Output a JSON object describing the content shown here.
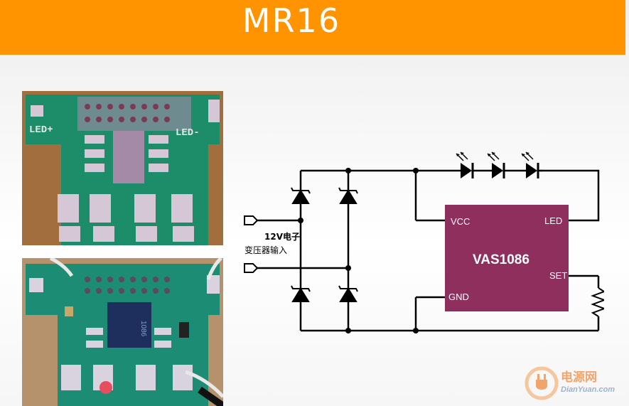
{
  "header": {
    "title": "MR16"
  },
  "photos": {
    "top": {
      "labels": [
        "LED+",
        "LED-"
      ]
    },
    "bottom": {
      "chip_marking": "1086"
    }
  },
  "schematic": {
    "input_label_line1": "12V电子",
    "input_label_line2": "变压器输入",
    "ic_name": "VAS1086",
    "pins": {
      "vcc": "VCC",
      "led": "LED",
      "gnd": "GND",
      "set": "SET"
    },
    "colors": {
      "ic": "#8e2f5e",
      "wire": "#000000"
    }
  },
  "watermark": {
    "brand": "电源网",
    "url": "DianYuan.com"
  }
}
